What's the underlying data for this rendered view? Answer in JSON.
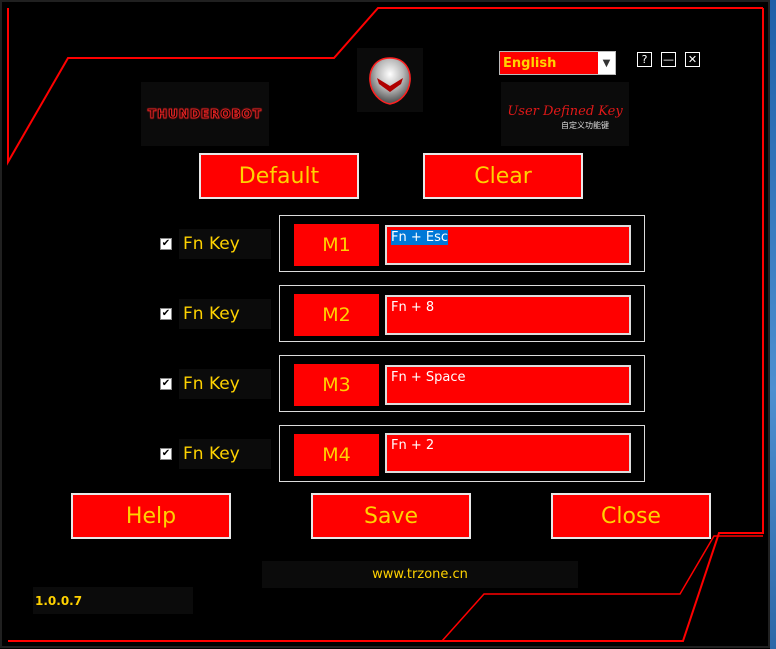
{
  "header": {
    "language_selected": "English",
    "help_icon_glyph": "?",
    "minimize_icon_glyph": "—",
    "close_icon_glyph": "✕",
    "brand_text": "THUNDEROBOT",
    "user_defined_title": "User Defined Key",
    "user_defined_subtitle": "自定义功能键"
  },
  "top_buttons": {
    "default_label": "Default",
    "clear_label": "Clear"
  },
  "rows": [
    {
      "fn_label": "Fn Key",
      "checked": true,
      "macro_label": "M1",
      "value": "Fn + Esc"
    },
    {
      "fn_label": "Fn Key",
      "checked": true,
      "macro_label": "M2",
      "value": "Fn + 8"
    },
    {
      "fn_label": "Fn Key",
      "checked": true,
      "macro_label": "M3",
      "value": "Fn + Space"
    },
    {
      "fn_label": "Fn Key",
      "checked": true,
      "macro_label": "M4",
      "value": "Fn + 2"
    }
  ],
  "bottom_buttons": {
    "help_label": "Help",
    "save_label": "Save",
    "close_label": "Close"
  },
  "footer": {
    "url": "www.trzone.cn",
    "version": "1.0.0.7"
  },
  "colors": {
    "accent": "#ff0000",
    "text": "#ffd200",
    "background": "#000000",
    "selection": "#0078d7"
  },
  "icons": {
    "help": "help-icon",
    "minimize": "minimize-icon",
    "close": "close-icon",
    "check": "checkmark-icon",
    "dropdown": "chevron-down-icon"
  }
}
